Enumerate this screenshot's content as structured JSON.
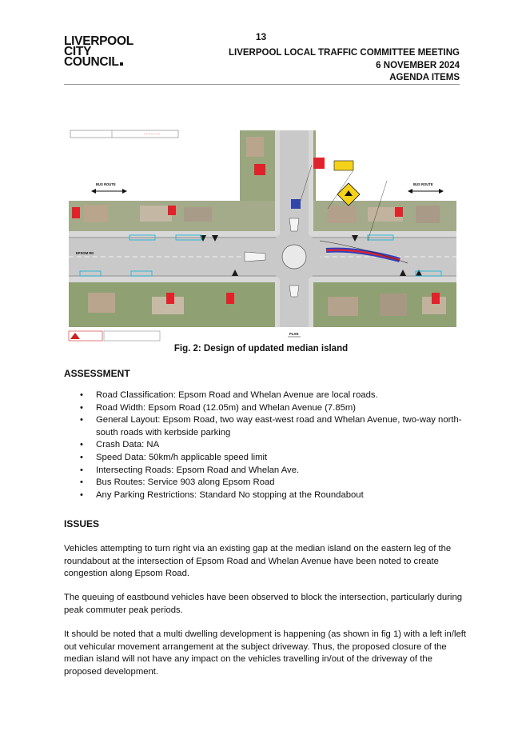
{
  "header": {
    "page_number": "13",
    "logo_line1": "LIVERPOOL",
    "logo_line2": "CITY",
    "logo_line3": "COUNCIL",
    "meeting_title": "LIVERPOOL LOCAL TRAFFIC COMMITTEE MEETING",
    "meeting_date": "6 NOVEMBER 2024",
    "section": "AGENDA ITEMS"
  },
  "figure": {
    "caption": "Fig. 2: Design of updated median island",
    "bus_route_label": "BUS ROUTE",
    "road_label": "EPSOM RD",
    "plan_label": "PLAN",
    "colors": {
      "road": "#c9c9c9",
      "aerial": "#8fa072",
      "kerb_red": "#e0232a",
      "median_blue": "#2f3fbf",
      "sign_yellow": "#f6d11a"
    }
  },
  "assessment": {
    "heading": "ASSESSMENT",
    "items": [
      "Road Classification: Epsom Road and Whelan Avenue are local roads.",
      "Road Width: Epsom Road (12.05m) and Whelan Avenue (7.85m)",
      "General Layout:  Epsom Road, two way east-west road and Whelan Avenue, two-way north-south roads with kerbside parking",
      "Crash Data: NA",
      "Speed Data: 50km/h applicable speed limit",
      "Intersecting Roads: Epsom Road and Whelan Ave.",
      "Bus Routes: Service 903 along Epsom Road",
      "Any Parking Restrictions: Standard No stopping at the Roundabout"
    ]
  },
  "issues": {
    "heading": "ISSUES",
    "paragraphs": [
      "Vehicles attempting to turn right via an existing gap at the median island on the eastern leg of the roundabout at the intersection of Epsom Road and Whelan Avenue have been noted to create congestion along Epsom Road.",
      "The queuing of eastbound vehicles have been observed to block the intersection, particularly during peak commuter peak periods.",
      "It should be noted that a multi dwelling development is happening (as shown in fig 1) with a left in/left out vehicular movement arrangement at the subject driveway. Thus, the proposed closure of the median island will not have any impact on the vehicles travelling in/out of the driveway of the proposed development."
    ]
  }
}
